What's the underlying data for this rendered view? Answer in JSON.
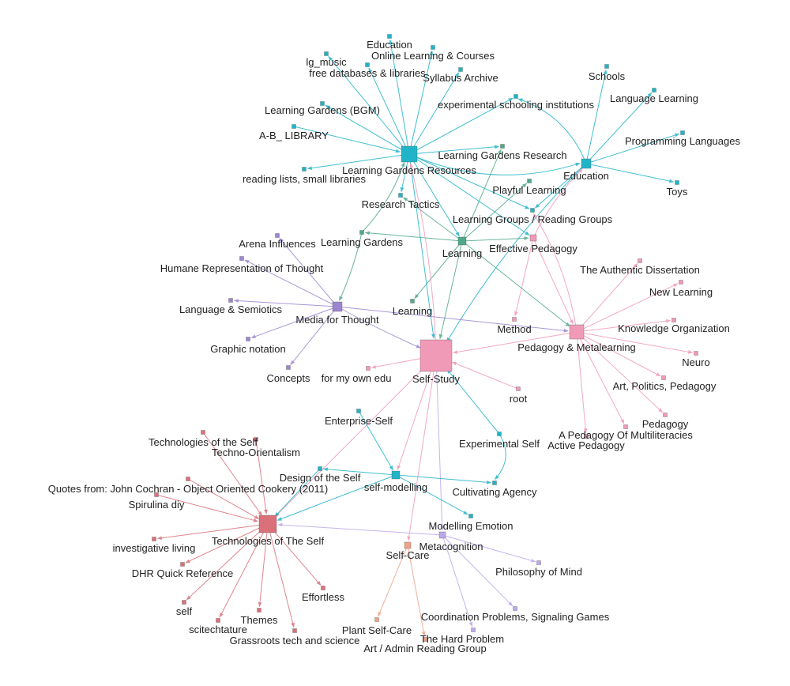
{
  "colors": {
    "cyan": "#1fb4c8",
    "teal": "#4fa88a",
    "pink": "#f19ab7",
    "purple": "#9b86cf",
    "red": "#d9707a",
    "salmon": "#eda287",
    "lavender": "#bca8ea"
  },
  "nodes": [
    {
      "id": "lgr",
      "label": "Learning Gardens Resources",
      "color": "cyan"
    },
    {
      "id": "edu1",
      "label": "Education",
      "color": "cyan"
    },
    {
      "id": "olc",
      "label": "Online Learning & Courses",
      "color": "cyan"
    },
    {
      "id": "lgmusic",
      "label": "lg_music",
      "color": "cyan"
    },
    {
      "id": "fdl",
      "label": "free databases & libraries",
      "color": "cyan"
    },
    {
      "id": "syl",
      "label": "Syllabus Archive",
      "color": "cyan"
    },
    {
      "id": "exps",
      "label": "experimental schooling institutions",
      "color": "cyan"
    },
    {
      "id": "lgbgm",
      "label": "Learning Gardens (BGM)",
      "color": "cyan"
    },
    {
      "id": "ablib",
      "label": "A-B_ LIBRARY",
      "color": "cyan"
    },
    {
      "id": "rlsl",
      "label": "reading lists, small libraries",
      "color": "cyan"
    },
    {
      "id": "restac",
      "label": "Research Tactics",
      "color": "cyan"
    },
    {
      "id": "edu2",
      "label": "Education",
      "color": "cyan"
    },
    {
      "id": "schools",
      "label": "Schools",
      "color": "cyan"
    },
    {
      "id": "langl",
      "label": "Language Learning",
      "color": "cyan"
    },
    {
      "id": "progl",
      "label": "Programming Languages",
      "color": "cyan"
    },
    {
      "id": "toys",
      "label": "Toys",
      "color": "cyan"
    },
    {
      "id": "lgres",
      "label": "Learning Gardens Research",
      "color": "teal"
    },
    {
      "id": "playl",
      "label": "Playful Learning",
      "color": "teal"
    },
    {
      "id": "lgrg",
      "label": "Learning Groups / Reading Groups",
      "color": "cyan"
    },
    {
      "id": "learning",
      "label": "Learning",
      "color": "teal"
    },
    {
      "id": "learning2",
      "label": "Learning",
      "color": "teal"
    },
    {
      "id": "lgardens",
      "label": "Learning Gardens",
      "color": "teal"
    },
    {
      "id": "effped",
      "label": "Effective Pedagogy",
      "color": "pink"
    },
    {
      "id": "arena",
      "label": "Arena Influences",
      "color": "purple"
    },
    {
      "id": "humane",
      "label": "Humane Representation of Thought",
      "color": "purple"
    },
    {
      "id": "langsem",
      "label": "Language & Semiotics",
      "color": "purple"
    },
    {
      "id": "mft",
      "label": "Media for Thought",
      "color": "purple"
    },
    {
      "id": "graphn",
      "label": "Graphic notation",
      "color": "purple"
    },
    {
      "id": "concepts",
      "label": "Concepts",
      "color": "purple"
    },
    {
      "id": "selfstudy",
      "label": "Self-Study",
      "color": "pink"
    },
    {
      "id": "fmoe",
      "label": "for my own edu",
      "color": "pink"
    },
    {
      "id": "method",
      "label": "Method",
      "color": "pink"
    },
    {
      "id": "pedmeta",
      "label": "Pedagogy & Metalearning",
      "color": "pink"
    },
    {
      "id": "authd",
      "label": "The Authentic Dissertation",
      "color": "pink"
    },
    {
      "id": "newl",
      "label": "New Learning",
      "color": "pink"
    },
    {
      "id": "knowo",
      "label": "Knowledge Organization",
      "color": "pink"
    },
    {
      "id": "neuro",
      "label": "Neuro",
      "color": "pink"
    },
    {
      "id": "artpp",
      "label": "Art, Politics, Pedagogy",
      "color": "pink"
    },
    {
      "id": "pedagogy",
      "label": "Pedagogy",
      "color": "pink"
    },
    {
      "id": "apom",
      "label": "A Pedagogy Of Multiliteracies",
      "color": "pink"
    },
    {
      "id": "activep",
      "label": "Active Pedagogy",
      "color": "pink"
    },
    {
      "id": "root",
      "label": "root",
      "color": "pink"
    },
    {
      "id": "entself",
      "label": "Enterprise-Self",
      "color": "cyan"
    },
    {
      "id": "expself",
      "label": "Experimental Self",
      "color": "cyan"
    },
    {
      "id": "selfmod",
      "label": "self-modelling",
      "color": "cyan"
    },
    {
      "id": "dots",
      "label": "Design of the Self",
      "color": "cyan"
    },
    {
      "id": "cultag",
      "label": "Cultivating Agency",
      "color": "cyan"
    },
    {
      "id": "modemo",
      "label": "Modelling Emotion",
      "color": "cyan"
    },
    {
      "id": "techself",
      "label": "Technologies of The Self",
      "color": "red"
    },
    {
      "id": "techselfa",
      "label": "Technologies of the Self",
      "color": "red"
    },
    {
      "id": "techor",
      "label": "Techno-Orientalism",
      "color": "red"
    },
    {
      "id": "quotes",
      "label": "Quotes from: John Cochran - Object Oriented Cookery (2011)",
      "color": "red"
    },
    {
      "id": "spirulina",
      "label": "Spirulina diy",
      "color": "red"
    },
    {
      "id": "invliv",
      "label": "investigative living",
      "color": "red"
    },
    {
      "id": "dhr",
      "label": "DHR Quick Reference",
      "color": "red"
    },
    {
      "id": "self",
      "label": "self",
      "color": "red"
    },
    {
      "id": "scitech",
      "label": "scitechtature",
      "color": "red"
    },
    {
      "id": "themes",
      "label": "Themes",
      "color": "red"
    },
    {
      "id": "grassroots",
      "label": "Grassroots tech and science",
      "color": "red"
    },
    {
      "id": "effortless",
      "label": "Effortless",
      "color": "red"
    },
    {
      "id": "metacog",
      "label": "Metacognition",
      "color": "lavender"
    },
    {
      "id": "selfcare",
      "label": "Self-Care",
      "color": "salmon"
    },
    {
      "id": "plantsc",
      "label": "Plant Self-Care",
      "color": "salmon"
    },
    {
      "id": "artadmin",
      "label": "Art / Admin Reading Group",
      "color": "salmon"
    },
    {
      "id": "philmind",
      "label": "Philosophy of Mind",
      "color": "lavender"
    },
    {
      "id": "coord",
      "label": "Coordination Problems, Signaling Games",
      "color": "lavender"
    },
    {
      "id": "hardp",
      "label": "The Hard Problem",
      "color": "lavender"
    }
  ],
  "edges": [
    {
      "from": "lgr",
      "to": "edu1",
      "color": "cyan"
    },
    {
      "from": "lgr",
      "to": "olc",
      "color": "cyan"
    },
    {
      "from": "lgr",
      "to": "lgmusic",
      "color": "cyan"
    },
    {
      "from": "lgr",
      "to": "fdl",
      "color": "cyan"
    },
    {
      "from": "lgr",
      "to": "syl",
      "color": "cyan"
    },
    {
      "from": "lgr",
      "to": "exps",
      "color": "cyan"
    },
    {
      "from": "lgr",
      "to": "lgbgm",
      "color": "cyan"
    },
    {
      "from": "ablib",
      "to": "lgr",
      "color": "cyan"
    },
    {
      "from": "lgr",
      "to": "rlsl",
      "color": "cyan"
    },
    {
      "from": "lgr",
      "to": "restac",
      "color": "cyan"
    },
    {
      "from": "lgr",
      "to": "lgres",
      "color": "cyan"
    },
    {
      "from": "lgr",
      "to": "edu2",
      "color": "cyan"
    },
    {
      "from": "lgr",
      "to": "lgrg",
      "color": "cyan"
    },
    {
      "from": "lgr",
      "to": "effped",
      "color": "cyan"
    },
    {
      "from": "lgr",
      "to": "selfstudy",
      "color": "cyan"
    },
    {
      "from": "lgr",
      "to": "learning",
      "color": "cyan"
    },
    {
      "from": "edu2",
      "to": "schools",
      "color": "cyan"
    },
    {
      "from": "edu2",
      "to": "langl",
      "color": "cyan"
    },
    {
      "from": "edu2",
      "to": "progl",
      "color": "cyan"
    },
    {
      "from": "edu2",
      "to": "toys",
      "color": "cyan"
    },
    {
      "from": "edu2",
      "to": "exps",
      "color": "cyan"
    },
    {
      "from": "edu2",
      "to": "selfstudy",
      "color": "cyan"
    },
    {
      "from": "edu2",
      "to": "lgrg",
      "color": "cyan"
    },
    {
      "from": "learning",
      "to": "lgres",
      "color": "teal"
    },
    {
      "from": "learning",
      "to": "playl",
      "color": "teal"
    },
    {
      "from": "learning",
      "to": "lgardens",
      "color": "teal"
    },
    {
      "from": "learning",
      "to": "learning2",
      "color": "teal"
    },
    {
      "from": "learning",
      "to": "effped",
      "color": "teal"
    },
    {
      "from": "learning",
      "to": "pedmeta",
      "color": "teal"
    },
    {
      "from": "learning",
      "to": "selfstudy",
      "color": "teal"
    },
    {
      "from": "learning",
      "to": "restac",
      "color": "teal"
    },
    {
      "from": "lgardens",
      "to": "lgr",
      "color": "teal"
    },
    {
      "from": "lgardens",
      "to": "mft",
      "color": "teal"
    },
    {
      "from": "effped",
      "to": "edu2",
      "color": "pink"
    },
    {
      "from": "effped",
      "to": "method",
      "color": "pink"
    },
    {
      "from": "effped",
      "to": "pedmeta",
      "color": "pink"
    },
    {
      "from": "selfstudy",
      "to": "lgr",
      "color": "pink"
    },
    {
      "from": "mft",
      "to": "arena",
      "color": "purple"
    },
    {
      "from": "mft",
      "to": "humane",
      "color": "purple"
    },
    {
      "from": "mft",
      "to": "langsem",
      "color": "purple"
    },
    {
      "from": "mft",
      "to": "graphn",
      "color": "purple"
    },
    {
      "from": "mft",
      "to": "concepts",
      "color": "purple"
    },
    {
      "from": "mft",
      "to": "selfstudy",
      "color": "purple"
    },
    {
      "from": "mft",
      "to": "pedmeta",
      "color": "purple"
    },
    {
      "from": "selfstudy",
      "to": "fmoe",
      "color": "pink"
    },
    {
      "from": "pedmeta",
      "to": "selfstudy",
      "color": "pink"
    },
    {
      "from": "root",
      "to": "selfstudy",
      "color": "pink"
    },
    {
      "from": "pedmeta",
      "to": "authd",
      "color": "pink"
    },
    {
      "from": "pedmeta",
      "to": "newl",
      "color": "pink"
    },
    {
      "from": "pedmeta",
      "to": "knowo",
      "color": "pink"
    },
    {
      "from": "pedmeta",
      "to": "neuro",
      "color": "pink"
    },
    {
      "from": "pedmeta",
      "to": "artpp",
      "color": "pink"
    },
    {
      "from": "pedmeta",
      "to": "pedagogy",
      "color": "pink"
    },
    {
      "from": "pedmeta",
      "to": "apom",
      "color": "pink"
    },
    {
      "from": "pedmeta",
      "to": "activep",
      "color": "pink"
    },
    {
      "from": "pedmeta",
      "to": "lgrg",
      "color": "pink"
    },
    {
      "from": "selfstudy",
      "to": "selfmod",
      "color": "pink"
    },
    {
      "from": "selfstudy",
      "to": "techself",
      "color": "pink"
    },
    {
      "from": "selfstudy",
      "to": "metacog",
      "color": "lavender"
    },
    {
      "from": "selfstudy",
      "to": "selfcare",
      "color": "pink"
    },
    {
      "from": "expself",
      "to": "selfstudy",
      "color": "cyan"
    },
    {
      "from": "expself",
      "to": "cultag",
      "color": "cyan"
    },
    {
      "from": "entself",
      "to": "selfmod",
      "color": "cyan"
    },
    {
      "from": "selfmod",
      "to": "dots",
      "color": "cyan"
    },
    {
      "from": "selfmod",
      "to": "cultag",
      "color": "cyan"
    },
    {
      "from": "selfmod",
      "to": "modemo",
      "color": "cyan"
    },
    {
      "from": "selfmod",
      "to": "techself",
      "color": "cyan"
    },
    {
      "from": "dots",
      "to": "techself",
      "color": "cyan"
    },
    {
      "from": "techselfa",
      "to": "techself",
      "color": "red"
    },
    {
      "from": "techor",
      "to": "techself",
      "color": "red"
    },
    {
      "from": "quotes",
      "to": "techself",
      "color": "red"
    },
    {
      "from": "spirulina",
      "to": "techself",
      "color": "red"
    },
    {
      "from": "techself",
      "to": "invliv",
      "color": "red"
    },
    {
      "from": "techself",
      "to": "dhr",
      "color": "red"
    },
    {
      "from": "techself",
      "to": "self",
      "color": "red"
    },
    {
      "from": "techself",
      "to": "scitech",
      "color": "red"
    },
    {
      "from": "techself",
      "to": "themes",
      "color": "red"
    },
    {
      "from": "techself",
      "to": "grassroots",
      "color": "red"
    },
    {
      "from": "techself",
      "to": "effortless",
      "color": "red"
    },
    {
      "from": "metacog",
      "to": "techself",
      "color": "lavender"
    },
    {
      "from": "metacog",
      "to": "philmind",
      "color": "lavender"
    },
    {
      "from": "metacog",
      "to": "coord",
      "color": "lavender"
    },
    {
      "from": "metacog",
      "to": "hardp",
      "color": "lavender"
    },
    {
      "from": "selfcare",
      "to": "plantsc",
      "color": "salmon"
    },
    {
      "from": "selfcare",
      "to": "artadmin",
      "color": "salmon"
    }
  ]
}
